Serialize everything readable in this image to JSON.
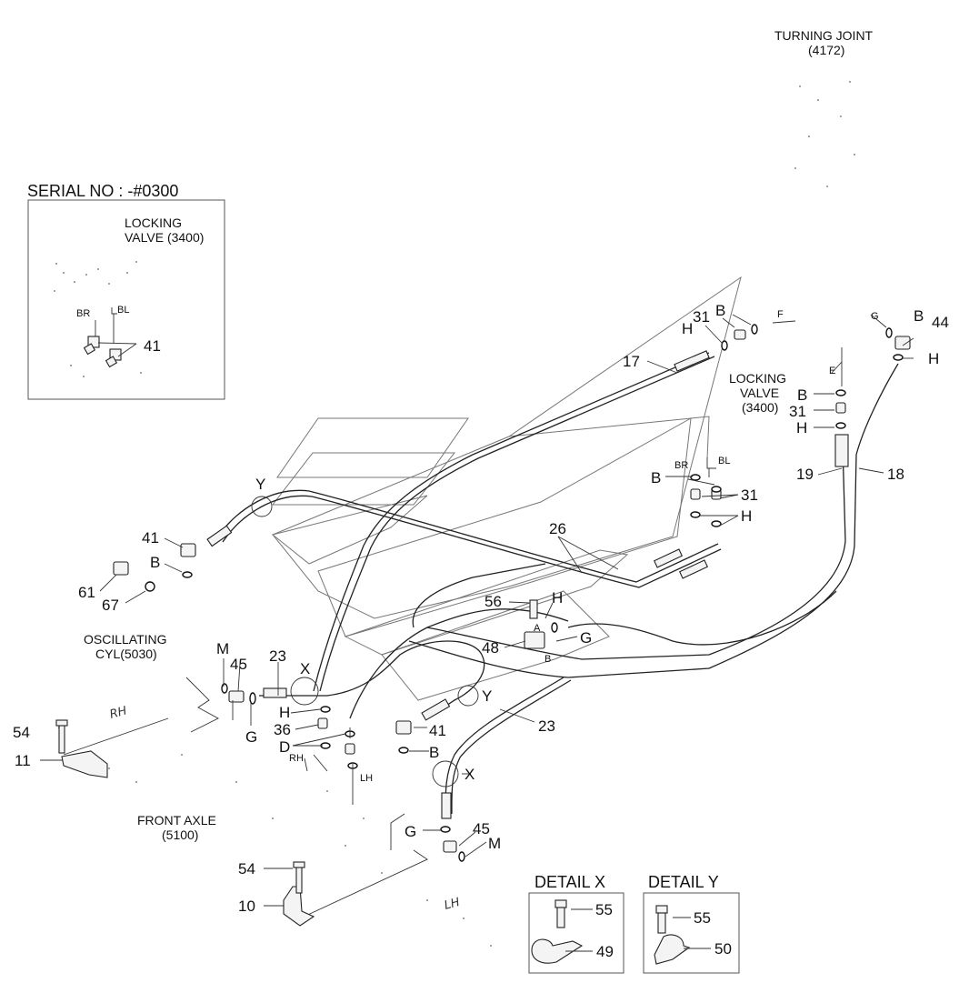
{
  "header": {
    "turning_joint": "TURNING JOINT",
    "turning_joint_code": "(4172)",
    "serial_no": "SERIAL NO : -#0300"
  },
  "inset": {
    "locking_valve_1": "LOCKING",
    "locking_valve_2": "VALVE (3400)",
    "br": "BR",
    "bl": "BL",
    "part": "41"
  },
  "components": {
    "locking_valve_1": "LOCKING",
    "locking_valve_2": "VALVE",
    "locking_valve_code": "(3400)",
    "oscillating_1": "OSCILLATING",
    "oscillating_2": "CYL(5030)",
    "front_axle_1": "FRONT AXLE",
    "front_axle_2": "(5100)"
  },
  "port_letters": {
    "F": "F",
    "G": "G",
    "E": "E",
    "BR": "BR",
    "BL": "BL",
    "A": "A",
    "B": "B",
    "RH": "RH",
    "LH": "LH"
  },
  "callouts": {
    "p17": "17",
    "p18": "18",
    "p19": "19",
    "p23a": "23",
    "p23b": "23",
    "p26": "26",
    "p31a": "31",
    "p31b": "31",
    "p31c": "31",
    "p36": "36",
    "p41a": "41",
    "p41b": "41",
    "p44": "44",
    "p45a": "45",
    "p45b": "45",
    "p48": "48",
    "p54a": "54",
    "p54b": "54",
    "p56": "56",
    "p61": "61",
    "p67": "67",
    "p10": "10",
    "p11": "11",
    "B1": "B",
    "B2": "B",
    "B3": "B",
    "B4": "B",
    "B5": "B",
    "B6": "B",
    "H1": "H",
    "H2": "H",
    "H3": "H",
    "H4": "H",
    "H5": "H",
    "H6": "H",
    "G1": "G",
    "G2": "G",
    "G3": "G",
    "M1": "M",
    "M2": "M",
    "D1": "D",
    "X1": "X",
    "X2": "X",
    "Y1": "Y",
    "Y2": "Y"
  },
  "details": {
    "x_title": "DETAIL X",
    "x_bolt": "55",
    "x_clamp": "49",
    "y_title": "DETAIL Y",
    "y_bolt": "55",
    "y_clamp": "50"
  }
}
